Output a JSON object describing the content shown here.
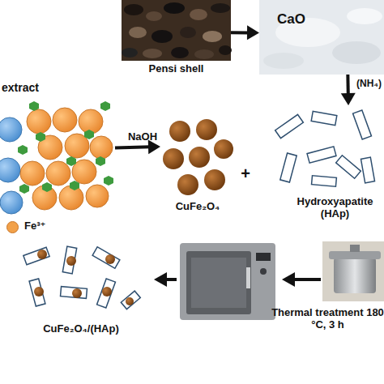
{
  "diagram": {
    "nodes": [
      {
        "text": [
          "Pensi shell"
        ]
      },
      {
        "text": [
          "CaO"
        ]
      },
      {
        "text": [
          "extract"
        ]
      },
      {
        "text": [
          "CuFe₂O₄"
        ]
      },
      {
        "text": [
          "Hydroxyapatite (HAp)"
        ]
      },
      {
        "text": [
          "CuFe₂O₄/(HAp)"
        ]
      },
      {
        "text": [
          "Thermal treatment 180 °C, 3 h"
        ]
      }
    ],
    "edges": [
      {
        "from": 0,
        "to": 1,
        "arrow": "to"
      },
      {
        "from": 2,
        "to": 3,
        "label": "NaOH",
        "arrow": "to"
      },
      {
        "from": 1,
        "to": 4,
        "label": "(NH₄)",
        "arrow": "to"
      }
    ],
    "labels": [
      "+"
    ],
    "legend": [
      {
        "text": "Fe³⁺",
        "color": "#f2a14a"
      }
    ]
  }
}
